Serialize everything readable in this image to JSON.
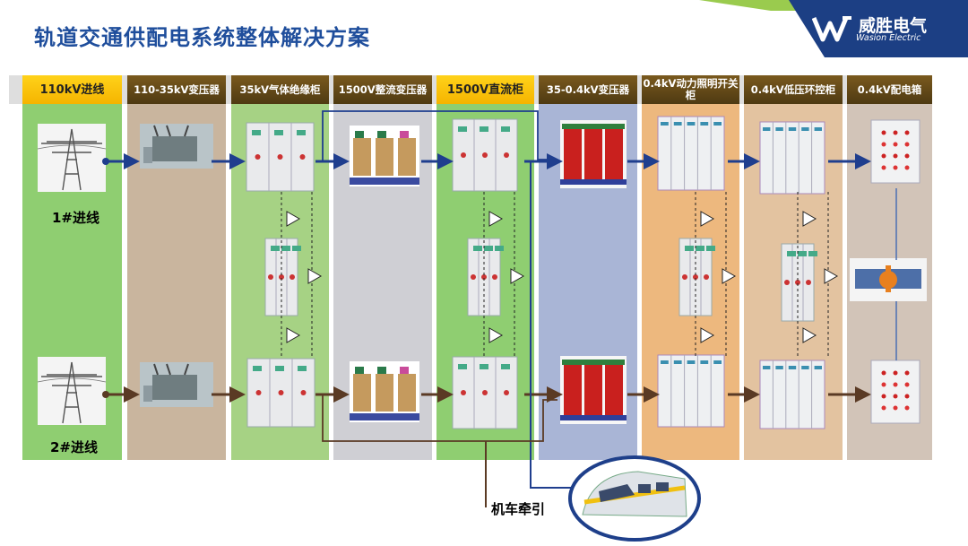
{
  "title": "轨道交通供配电系统整体解决方案",
  "logo": {
    "name": "威胜电气",
    "sub": "Wasion Electric"
  },
  "columns": [
    {
      "header": "110kV进线",
      "highlight": true,
      "color": "#8fce71"
    },
    {
      "header": "110-35kV变压器",
      "highlight": false,
      "color": "#c9b59e"
    },
    {
      "header": "35kV气体绝缘柜",
      "highlight": false,
      "color": "#a6d284"
    },
    {
      "header": "1500V整流变压器",
      "highlight": false,
      "color": "#cfcfd4"
    },
    {
      "header": "1500V直流柜",
      "highlight": true,
      "color": "#8fce71"
    },
    {
      "header": "35-0.4kV变压器",
      "highlight": false,
      "color": "#a9b5d6"
    },
    {
      "header": "0.4kV动力照明开关柜",
      "highlight": false,
      "color": "#edb87e"
    },
    {
      "header": "0.4kV低压环控柜",
      "highlight": false,
      "color": "#e3c3a0"
    },
    {
      "header": "0.4kV配电箱",
      "highlight": false,
      "color": "#d2c4b8"
    }
  ],
  "labels": {
    "line1": "1#进线",
    "line2": "2#进线",
    "traction": "机车牵引"
  },
  "colors": {
    "arrow_top": "#1f3e8e",
    "arrow_bottom": "#5a3a24",
    "title": "#1f4e9c",
    "brand": "#1c3f84"
  }
}
